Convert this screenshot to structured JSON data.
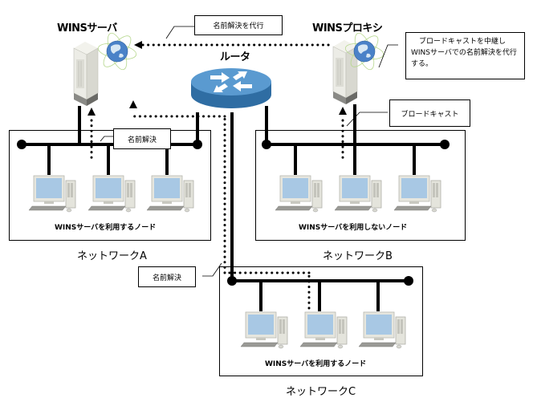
{
  "servers": {
    "wins_server": {
      "label": "WINSサーバ"
    },
    "wins_proxy": {
      "label": "WINSプロキシ"
    }
  },
  "router": {
    "label": "ルータ"
  },
  "callouts": {
    "proxy_resolve": "名前解決を代行",
    "proxy_description": "ブロードキャストを中継しWINSサーバでの名前解決を代行する。",
    "broadcast": "ブロードキャスト",
    "name_resolution_a": "名前解決",
    "name_resolution_c": "名前解決"
  },
  "networks": [
    {
      "name": "ネットワークA",
      "caption": "WINSサーバを利用するノード"
    },
    {
      "name": "ネットワークB",
      "caption": "WINSサーバを利用しないノード"
    },
    {
      "name": "ネットワークC",
      "caption": "WINSサーバを利用するノード"
    }
  ],
  "colors": {
    "monitor_screen": "#a8c8e4",
    "pc_body": "#e8e8e0",
    "router_top": "#5a9ad0",
    "router_side": "#2f6da3",
    "globe": "#4a82c8"
  }
}
